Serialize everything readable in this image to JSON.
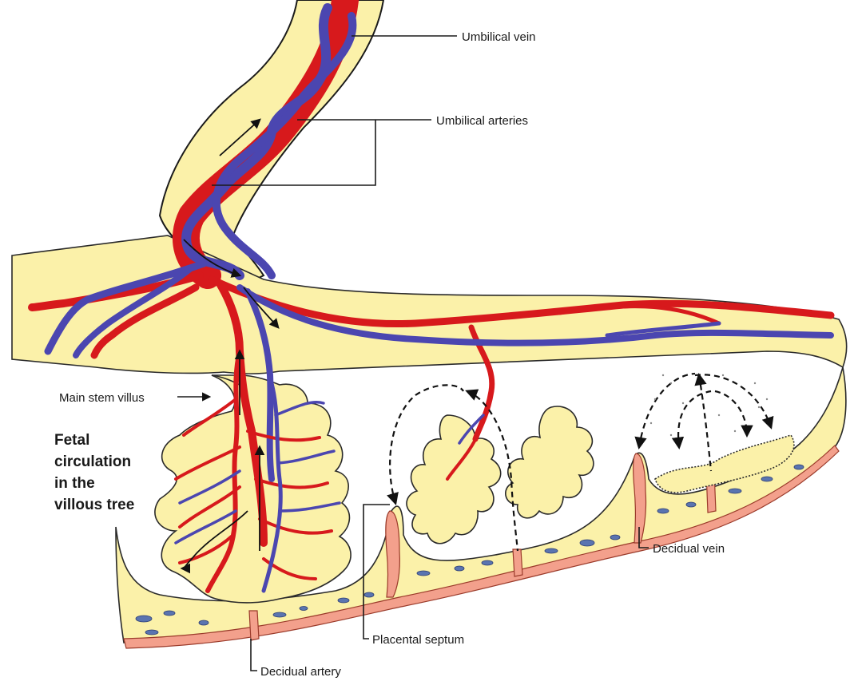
{
  "labels": {
    "umbilical_vein": "Umbilical vein",
    "umbilical_arteries": "Umbilical arteries",
    "main_stem_villus": "Main stem villus",
    "fetal_circulation": [
      "Fetal",
      "circulation",
      "in the",
      "villous tree"
    ],
    "placental_septum": "Placental septum",
    "decidual_artery": "Decidual artery",
    "decidual_vein": "Decidual vein"
  },
  "colors": {
    "tissue": "#fbf1a9",
    "artery": "#d7191c",
    "vein": "#4b46b0",
    "decidua": "#f3a08c",
    "blood_pool": "#5a74b0"
  }
}
